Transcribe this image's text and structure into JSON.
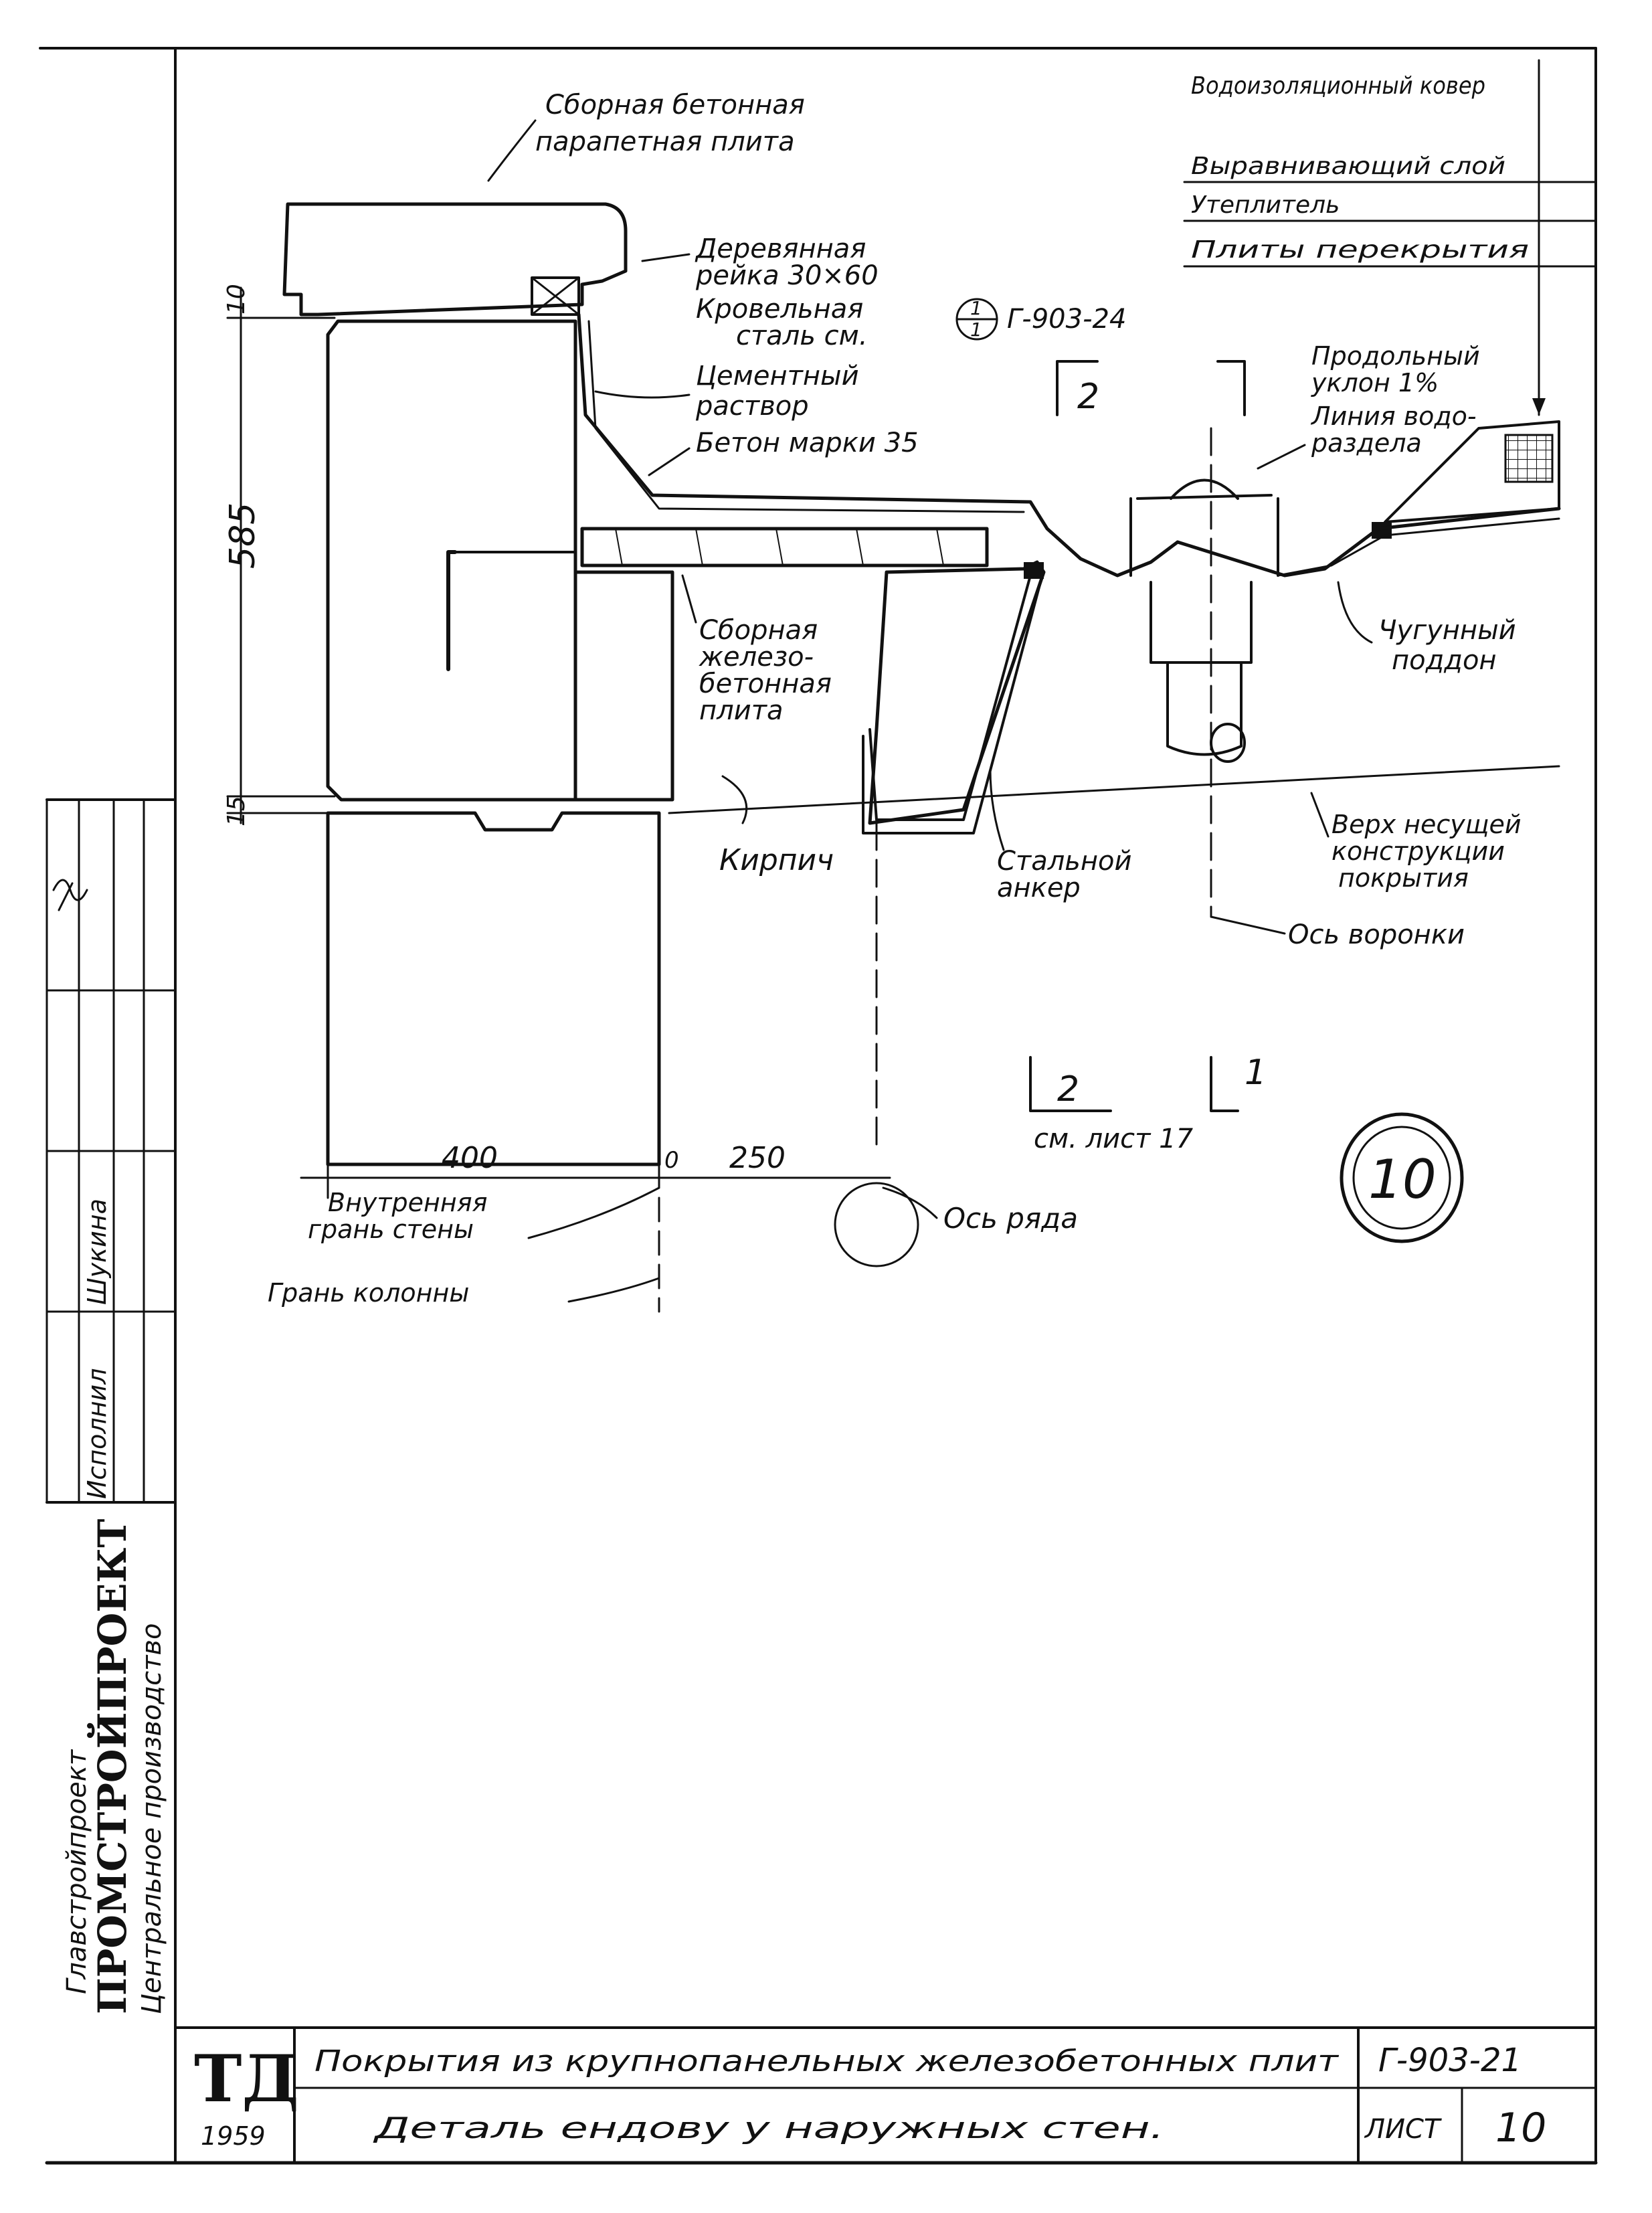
{
  "title_block": {
    "logo": "ТД",
    "year": "1959",
    "project_title": "Покрытия из крупнопанельных железобетонных плит",
    "detail_title": "Деталь ендову у наружных стен.",
    "series_code": "Г-903-21",
    "sheet_label": "ЛИСТ",
    "sheet_number": "10"
  },
  "side_block": {
    "org_main": "ПРОМСТРОЙПРОЕКТ",
    "org_upper": "Главстройпроект",
    "org_lower": "Центральное производство",
    "role_label": "Исполнил",
    "person_name": "Шукина",
    "signature": "signature"
  },
  "layer_legend": [
    "Водоизоляционный ковер",
    "Выравнивающий слой",
    "Утеплитель",
    "Плиты перекрытия"
  ],
  "labels": {
    "parapet_plate_1": "Сборная бетонная",
    "parapet_plate_2": "парапетная плита",
    "wood_strip_1": "Деревянная",
    "wood_strip_2": "рейка 30×60",
    "roof_steel_1": "Кровельная",
    "roof_steel_2": "сталь см.",
    "ref_top": "1",
    "ref_bottom": "1",
    "ref_code": "Г-903-24",
    "cement_1": "Цементный",
    "cement_2": "раствор",
    "concrete": "Бетон марки 35",
    "slope_1": "Продольный",
    "slope_2": "уклон 1%",
    "watershed_1": "Линия водо-",
    "watershed_2": "раздела",
    "rc_plate_1": "Сборная",
    "rc_plate_2": "железо-",
    "rc_plate_3": "бетонная",
    "rc_plate_4": "плита",
    "cast_iron_1": "Чугунный",
    "cast_iron_2": "поддон",
    "brick": "Кирпич",
    "anchor_1": "Стальной",
    "anchor_2": "анкер",
    "top_struct_1": "Верх несущей",
    "top_struct_2": "конструкции",
    "top_struct_3": "покрытия",
    "funnel_axis": "Ось воронки",
    "section_2": "2",
    "section_1": "1",
    "see_sheet": "см. лист 17",
    "inner_face_1": "Внутренняя",
    "inner_face_2": "грань стены",
    "column_face": "Грань колонны",
    "row_axis": "Ось ряда",
    "detail_number": "10"
  },
  "dimensions": {
    "d10": "10",
    "d585": "585",
    "d15": "15",
    "d400": "400",
    "d0": "0",
    "d250": "250"
  }
}
